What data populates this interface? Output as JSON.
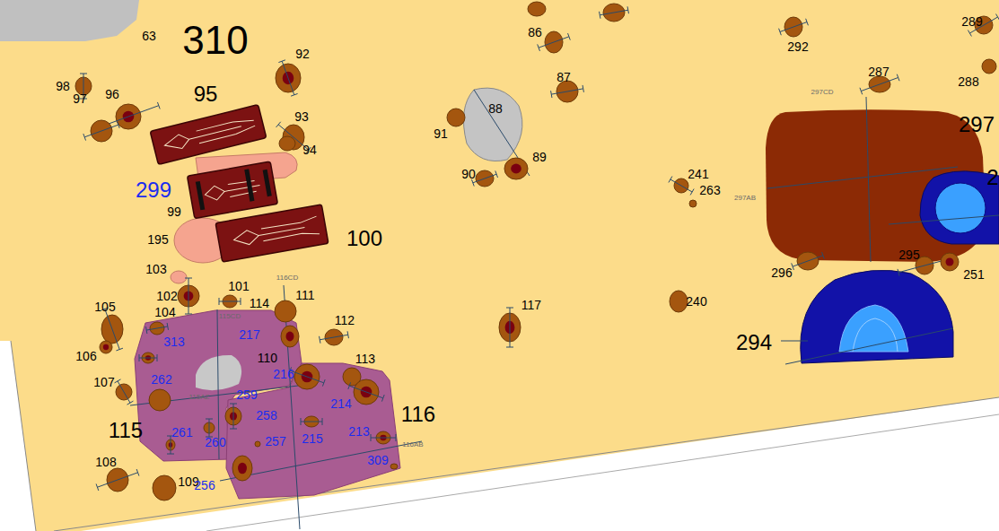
{
  "diagram": {
    "labels": [
      "310",
      "63",
      "92",
      "98",
      "96",
      "97",
      "95",
      "93",
      "94",
      "299",
      "99",
      "195",
      "100",
      "103",
      "102",
      "101",
      "114",
      "111",
      "105",
      "104",
      "112",
      "106",
      "313",
      "217",
      "110",
      "107",
      "262",
      "216",
      "113",
      "259",
      "214",
      "116",
      "115",
      "261",
      "258",
      "260",
      "257",
      "215",
      "213",
      "309",
      "108",
      "109",
      "256",
      "115CD",
      "116CD",
      "115AZ",
      "116AB",
      "86",
      "87",
      "88",
      "91",
      "89",
      "90",
      "117",
      "241",
      "263",
      "240",
      "292",
      "287",
      "289",
      "288",
      "297CD",
      "297",
      "297AB",
      "295",
      "296",
      "251",
      "294",
      "2"
    ]
  }
}
